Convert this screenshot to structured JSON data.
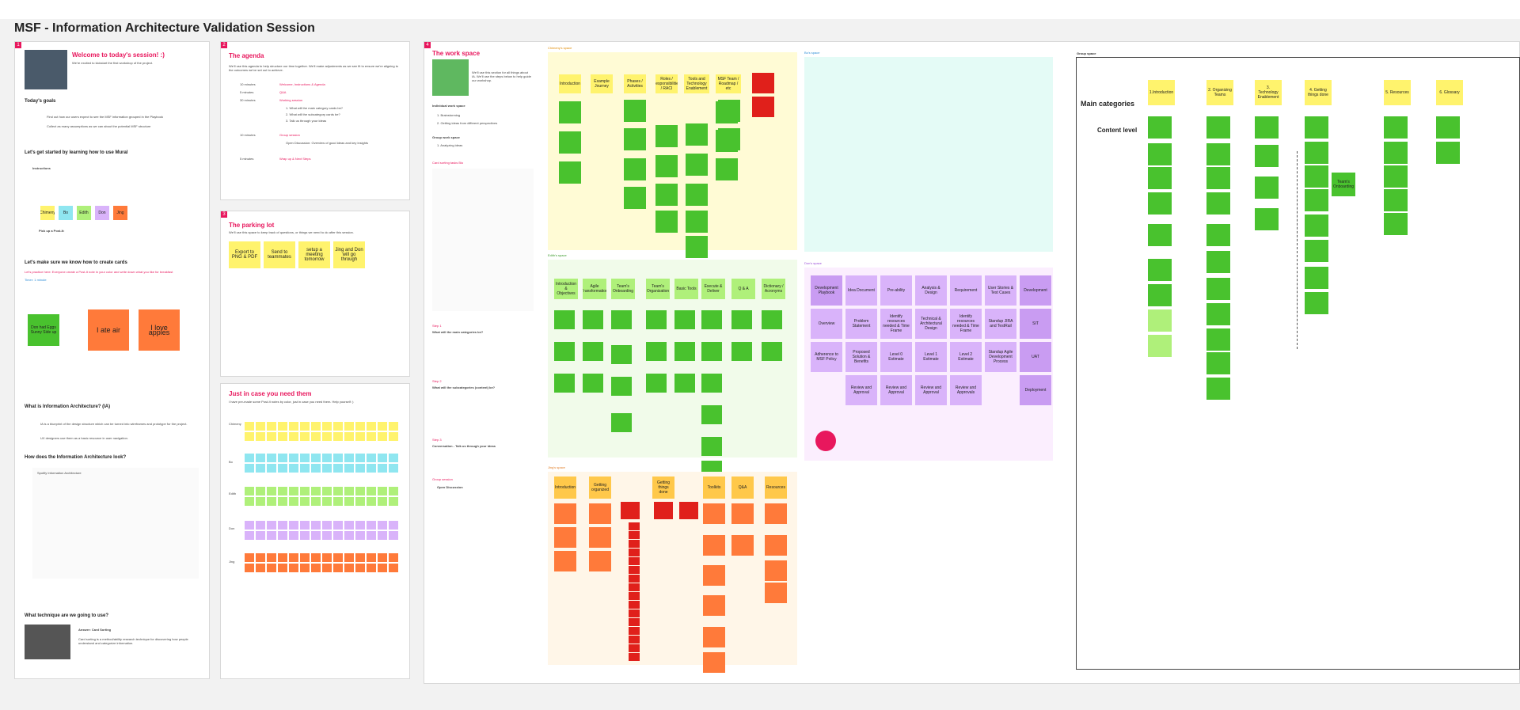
{
  "board": {
    "title": "MSF - Information Architecture Validation Session"
  },
  "p1": {
    "num": "1",
    "welcome": "Welcome to today's session! :)",
    "welcome_sub": "We're excited to kickstart the first workshop of the project.",
    "goals_h": "Today's goals",
    "goal1": "Find out how our users expect to see the MSF information grouped in the Playbook",
    "goal2": "Collect as many assumptions as we can about the potential MSF structure",
    "mural_h": "Let's get started by learning how to use Mural",
    "instr": "Instructions",
    "pickup": "Pick up a Post-It:",
    "colors": [
      "Chimeny",
      "Bo",
      "Edith",
      "Don",
      "Jing"
    ],
    "cards_h": "Let's make sure we know how to create cards",
    "practice": "Let's practice here: Everyone create a Post-It note in your color and write down what you like for breakfast",
    "timer": "Timer: 1 minute",
    "cards": [
      "I ate air",
      "I love apples",
      "Don had Eggs Sunny Side up"
    ],
    "ia_h": "What is Information Architecture? (IA)",
    "ia_text": "IA is a blueprint of the design structure which can be turned into wireframes and prototype for the project.",
    "ia_text2": "UX designers use them as a basic resource in user navigation.",
    "look_h": "How does the Information Architecture look?",
    "spot": "Spotify Information Architecture",
    "tech_h": "What technique are we going to use?",
    "answer": "Answer: Card Sorting",
    "answer_text": "Card sorting is a method/ability research technique for discovering how people understand and categorize information."
  },
  "p2": {
    "num": "2",
    "title": "The agenda",
    "intro": "We'll use this agenda to help structure our time together. We'll make adjustments as we see fit to ensure we're aligning to the outcomes we've set out to achieve.",
    "times": [
      "10 minutes",
      "5 minutes",
      "30 minutes",
      "10 minutes",
      "5 minutes"
    ],
    "items": [
      "Welcome, Instructions & Agenda",
      "Q&A",
      "Working session",
      "Group session",
      "Wrap up & Next Steps"
    ],
    "sub1": "1. What will the main category cards be?",
    "sub2": "2. What will the subcategory cards be?",
    "sub3": "3. Talk us through your ideas",
    "sub4": "Open Discussion: Overview of good ideas and key insights"
  },
  "p3": {
    "num": "3",
    "title": "The parking lot",
    "intro": "We'll use this space to keep track of questions, or things we need to do after this session.",
    "notes": [
      "Export to PNG & PDF",
      "Send to teammates",
      "setup a meeting tomorrow",
      "Jing and Don will go through"
    ]
  },
  "p5": {
    "title": "Just in case you need them",
    "intro": "I have pre-made some Post-It notes by color, just in case you need them. Help yourself :)",
    "names": [
      "Chimeny",
      "Bo",
      "Edith",
      "Don",
      "Jing"
    ]
  },
  "p4": {
    "num": "4",
    "title": "The work space",
    "intro": "We'll use this section for all things about IA. We'll use the steps below to help guide our workshop.",
    "indiv": "Individual work space",
    "i1": "1. Brainstorming",
    "i2": "2. Getting ideas from different perspectives",
    "group": "Group work space",
    "g1": "1. Analyzing ideas",
    "cs": "Card sorting tasks Bio",
    "s1": "Step 1",
    "s1t": "What will the main categories be?",
    "s2": "Step 2",
    "s2t": "What will the subcategories (content) be?",
    "s3": "Step 3",
    "s3t": "Conversation - Talk us through your ideas",
    "gs": "Group session",
    "gst": "Open Discussion"
  },
  "spaces": {
    "chimeny": "Chimeny's space",
    "bo": "Bo's space",
    "edith": "Edith's space",
    "don": "Don's space",
    "jing": "Jing's space",
    "group": "Group space"
  },
  "chimeny_cards": [
    "Introduction",
    "Example Journey",
    "Phases / Activities",
    "Roles / Responsibilities / RACI",
    "Tools and Technology Enablement",
    "MSF Team / Roadmap / etc"
  ],
  "don_cards": [
    "Development Playbook",
    "Idea Document",
    "Pre-ability",
    "Analysis & Design",
    "Requirement",
    "User Stories & Test Cases",
    "Development",
    "Overview",
    "Problem Statement",
    "Identify resources needed & Time Frame",
    "Technical & Architectural Design",
    "Identify resources needed & Time Frame",
    "Standup JIRA and TestRail",
    "SIT",
    "Adherence to MSF Policy",
    "Proposed Solution & Benefits",
    "Level 0 Estimate",
    "Level 1 Estimate",
    "Level 2 Estimate",
    "Standup Agile Development Process",
    "UAT",
    "Review and Approval",
    "Review and Approval",
    "Review and Approval",
    "Review and Approvals",
    "Deployment"
  ],
  "edith_cards": [
    "Introduction & Objectives",
    "Agile Transformation",
    "Team's Onboarding",
    "Team's Organization",
    "Basic Tools",
    "Execute & Deliver",
    "Q & A",
    "Dictionary / Acronyms"
  ],
  "jing_cards": [
    "Introduction",
    "Getting organized",
    "Getting things done",
    "Toolkits",
    "Q&A",
    "Resources"
  ],
  "group_space": {
    "main": "Main categories",
    "content": "Content level",
    "cats": [
      "1.Introduction",
      "2. Organizing Teams",
      "3. Technology Enablement",
      "4. Getting things done",
      "5. Resources",
      "6. Glossary"
    ],
    "onb": "Team's Onboarding"
  }
}
